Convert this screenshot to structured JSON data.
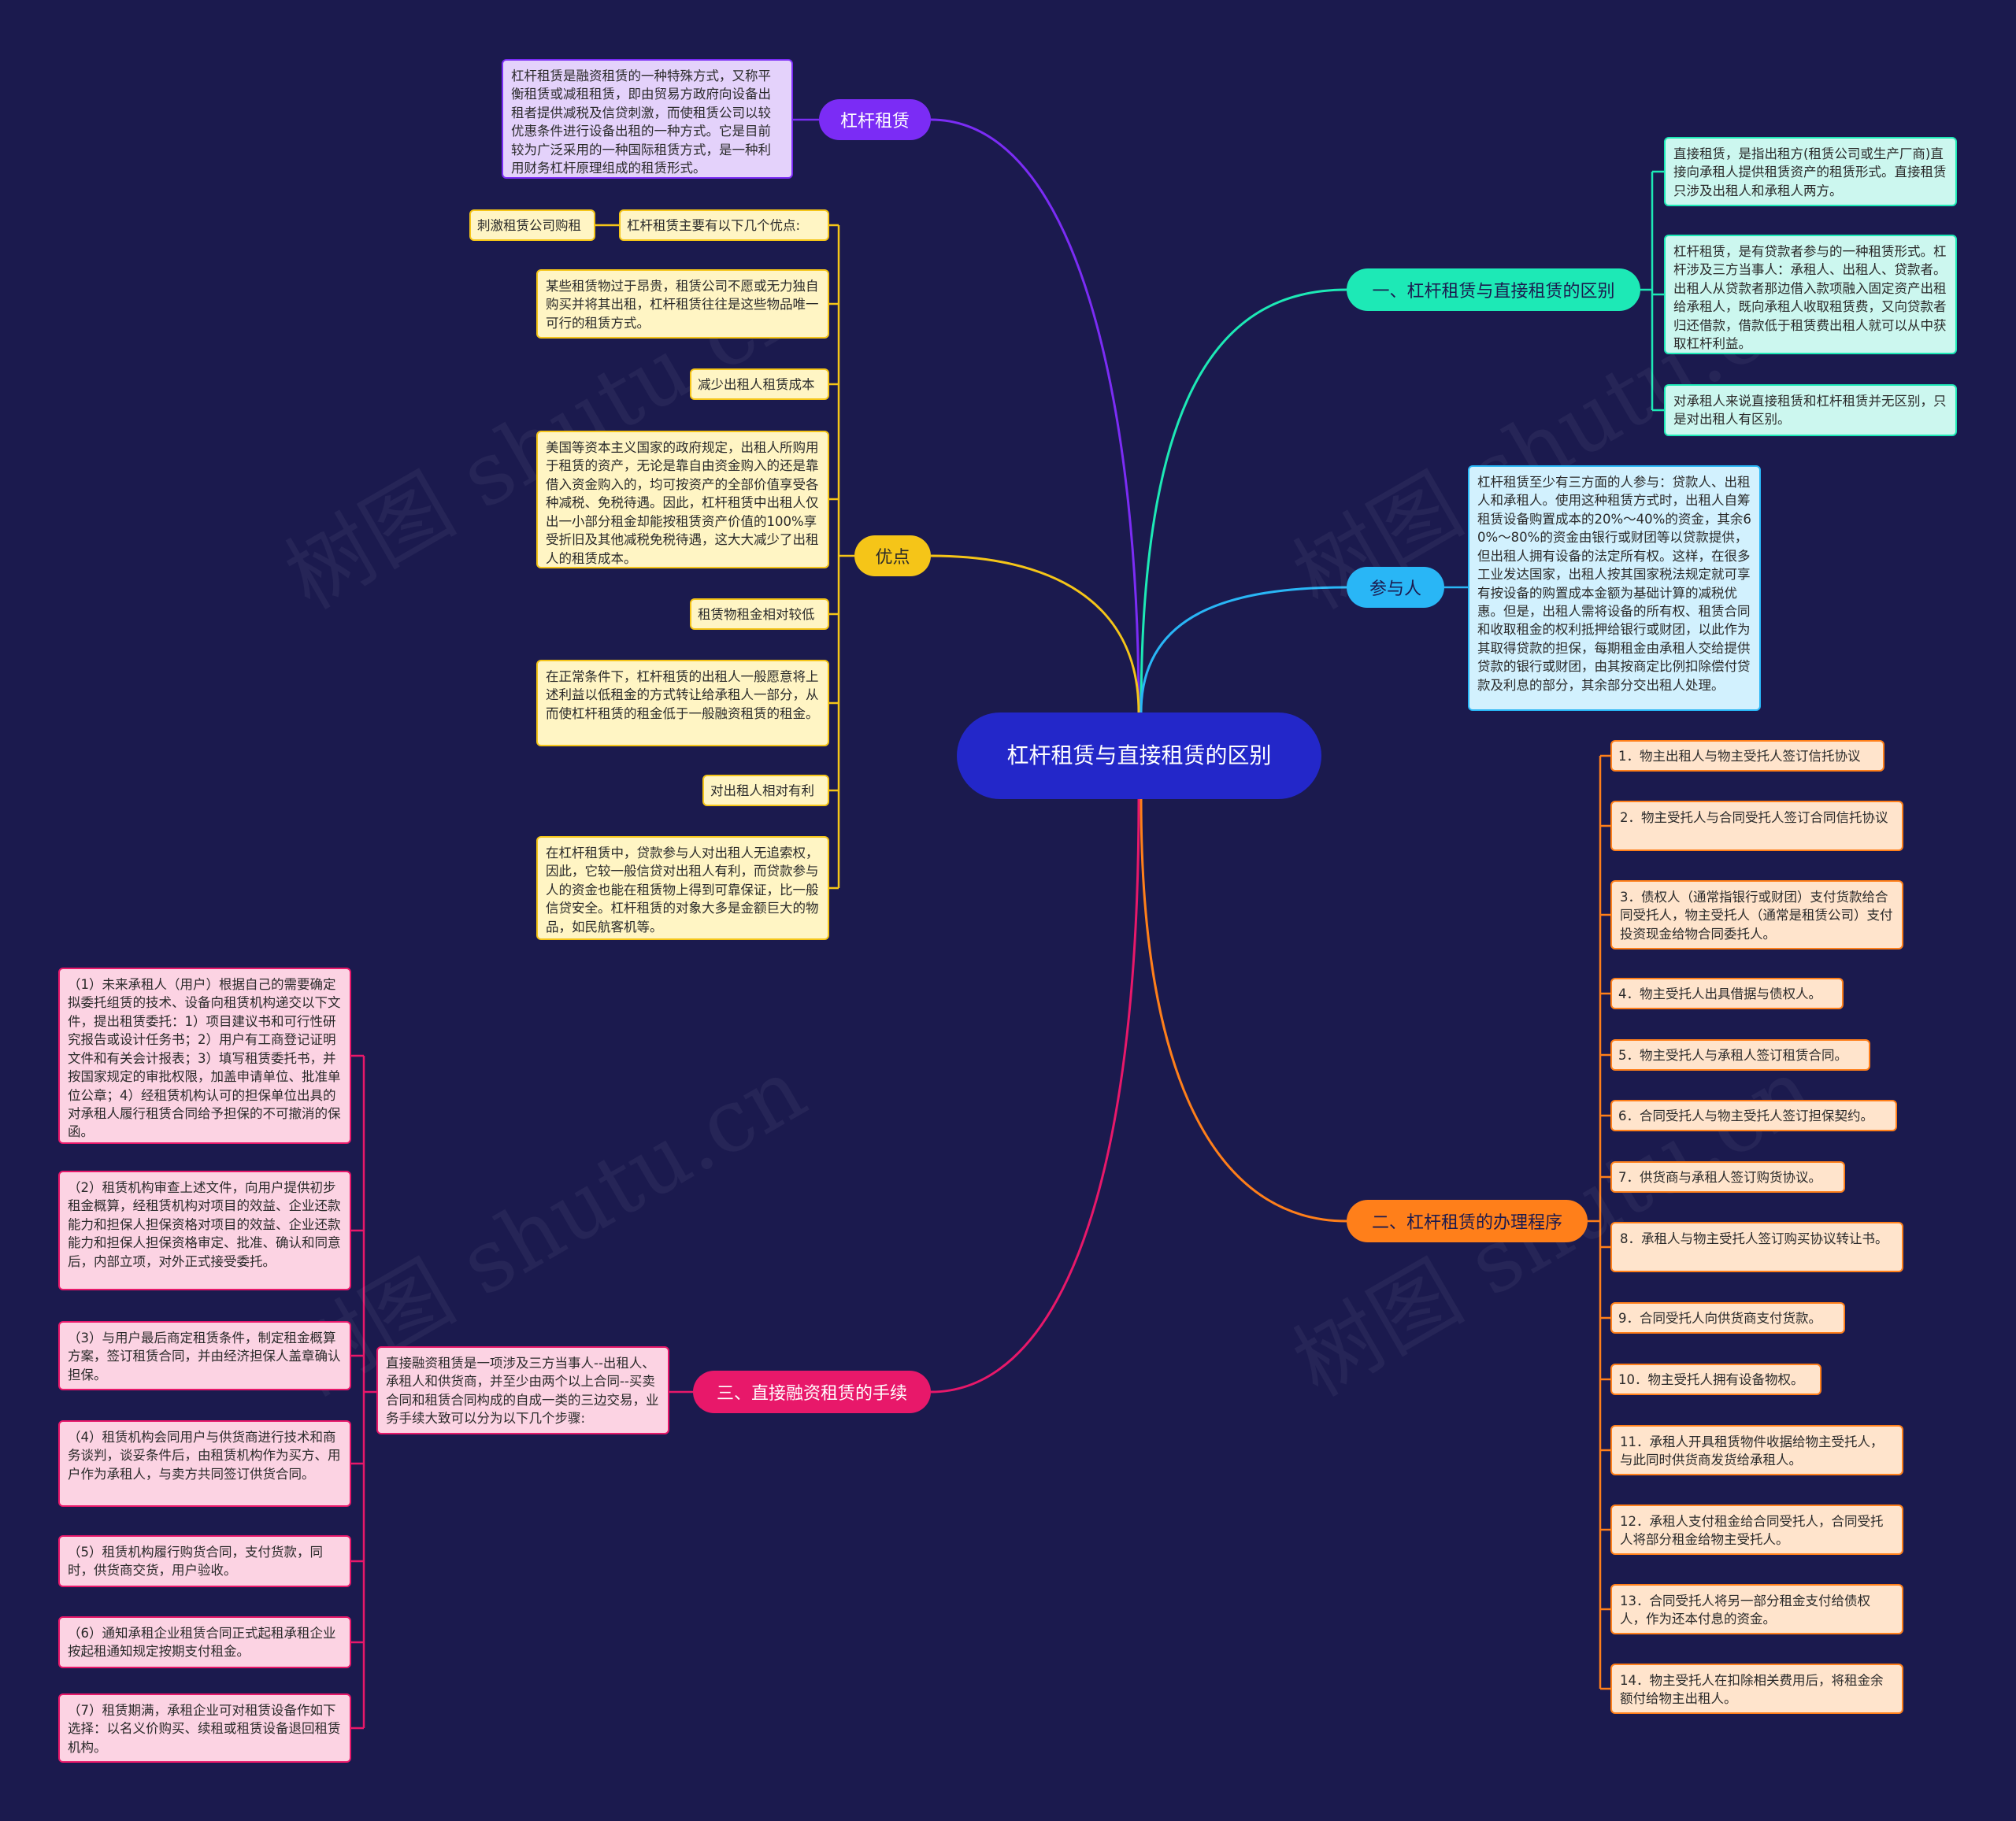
{
  "root": {
    "title": "杠杆租赁与直接租赁的区别"
  },
  "branches": {
    "lease": {
      "label": "杠杆租赁",
      "color": "#7b2cf5",
      "desc": "杠杆租赁是融资租赁的一种特殊方式，又称平衡租赁或减租租赁，即由贸易方政府向设备出租者提供减税及信贷刺激，而使租赁公司以较优惠条件进行设备出租的一种方式。它是目前较为广泛采用的一种国际租赁方式，是一种利用财务杠杆原理组成的租赁形式。"
    },
    "advantages": {
      "label": "优点",
      "color": "#f5c518",
      "items": [
        "杠杆租赁主要有以下几个优点:",
        "某些租赁物过于昂贵，租赁公司不愿或无力独自购买并将其出租，杠杆租赁往往是这些物品唯一可行的租赁方式。",
        "减少出租人租赁成本",
        "美国等资本主义国家的政府规定，出租人所购用于租赁的资产，无论是靠自由资金购入的还是靠借入资金购入的，均可按资产的全部价值享受各种减税、免税待遇。因此，杠杆租赁中出租人仅出一小部分租金却能按租赁资产价值的100%享受折旧及其他减税免税待遇，这大大减少了出租人的租赁成本。",
        "租赁物租金相对较低",
        "在正常条件下，杠杆租赁的出租人一般愿意将上述利益以低租金的方式转让给承租人一部分，从而使杠杆租赁的租金低于一般融资租赁的租金。",
        "对出租人相对有利",
        "在杠杆租赁中，贷款参与人对出租人无追索权，因此，它较一般信贷对出租人有利，而贷款参与人的资金也能在租赁物上得到可靠保证，比一般信贷安全。杠杆租赁的对象大多是金额巨大的物品，如民航客机等。"
      ],
      "side_note": "刺激租赁公司购租"
    },
    "difference": {
      "label": "一、杠杆租赁与直接租赁的区别",
      "color": "#1de9b6",
      "items": [
        "直接租赁，是指出租方(租赁公司或生产厂商)直接向承租人提供租赁资产的租赁形式。直接租赁只涉及出租人和承租人两方。",
        "杠杆租赁，是有贷款者参与的一种租赁形式。杠杆涉及三方当事人：承租人、出租人、贷款者。出租人从贷款者那边借入款项融入固定资产出租给承租人，既向承租人收取租赁费，又向贷款者归还借款，借款低于租赁费出租人就可以从中获取杠杆利益。",
        "对承租人来说直接租赁和杠杆租赁并无区别，只是对出租人有区别。"
      ]
    },
    "participants": {
      "label": "参与人",
      "color": "#29b6f6",
      "desc": "杠杆租赁至少有三方面的人参与：贷款人、出租人和承租人。使用这种租赁方式时，出租人自筹租赁设备购置成本的20%～40%的资金，其余60%～80%的资金由银行或财团等以贷款提供，但出租人拥有设备的法定所有权。这样，在很多工业发达国家，出租人按其国家税法规定就可享有按设备的购置成本金额为基础计算的减税优惠。但是，出租人需将设备的所有权、租赁合同和收取租金的权利抵押给银行或财团，以此作为其取得贷款的担保，每期租金由承租人交给提供贷款的银行或财团，由其按商定比例扣除偿付贷款及利息的部分，其余部分交出租人处理。"
    },
    "procedure": {
      "label": "二、杠杆租赁的办理程序",
      "color": "#ff7f1a",
      "items": [
        "1．物主出租人与物主受托人签订信托协议",
        "2．物主受托人与合同受托人签订合同信托协议",
        "3．债权人（通常指银行或财团）支付货款给合同受托人，物主受托人（通常是租赁公司）支付投资现金给物合同委托人。",
        "4．物主受托人出具借据与债权人。",
        "5．物主受托人与承租人签订租赁合同。",
        "6．合同受托人与物主受托人签订担保契约。",
        "7．供货商与承租人签订购货协议。",
        "8．承租人与物主受托人签订购买协议转让书。",
        "9．合同受托人向供货商支付货款。",
        "10．物主受托人拥有设备物权。",
        "11．承租人开具租赁物件收据给物主受托人，与此同时供货商发货给承租人。",
        "12．承租人支付租金给合同受托人，合同受托人将部分租金给物主受托人。",
        "13．合同受托人将另一部分租金支付给债权人，作为还本付息的资金。",
        "14．物主受托人在扣除相关费用后，将租金余额付给物主出租人。"
      ]
    },
    "direct": {
      "label": "三、直接融资租赁的手续",
      "color": "#e8186a",
      "intro": "直接融资租赁是一项涉及三方当事人--出租人、承租人和供货商，并至少由两个以上合同--买卖合同和租赁合同构成的自成一类的三边交易，业务手续大致可以分为以下几个步骤:",
      "items": [
        "（1）未来承租人（用户）根据自己的需要确定拟委托组赁的技术、设备向租赁机构递交以下文件，提出租赁委托：1）项目建议书和可行性研究报告或设计任务书；2）用户有工商登记证明文件和有关会计报表；3）填写租赁委托书，并按国家规定的审批权限，加盖申请单位、批准单位公章；4）经租赁机构认可的担保单位出具的对承租人履行租赁合同给予担保的不可撤消的保函。",
        "（2）租赁机构审查上述文件，向用户提供初步租金概算，经租赁机构对项目的效益、企业还款能力和担保人担保资格对项目的效益、企业还款能力和担保人担保资格审定、批准、确认和同意后，内部立项，对外正式接受委托。",
        "（3）与用户最后商定租赁条件，制定租金概算方案，签订租赁合同，并由经济担保人盖章确认担保。",
        "（4）租赁机构会同用户与供货商进行技术和商务谈判，谈妥条件后，由租赁机构作为买方、用户作为承租人，与卖方共同签订供货合同。",
        "（5）租赁机构履行购货合同，支付货款，同时，供货商交货，用户验收。",
        "（6）通知承租企业租赁合同正式起租承租企业按起租通知规定按期支付租金。",
        "（7）租赁期满，承租企业可对租赁设备作如下选择：以名义价购买、续租或租赁设备退回租赁机构。"
      ]
    }
  },
  "colors": {
    "background": "#1b1a4e",
    "root": "#2327c9",
    "lease_card": "#e4d2fb",
    "advantage_card": "#fff5c4",
    "difference_card": "#ccf7ef",
    "participants_card": "#d2f1fe",
    "procedure_card": "#ffe4cc",
    "direct_card": "#fcd3e3"
  },
  "watermark": "树图 shutu.cn"
}
